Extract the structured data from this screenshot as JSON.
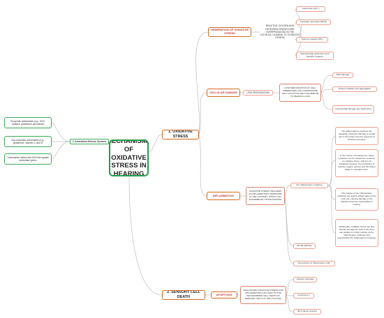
{
  "root": {
    "title": "MOLECULAR MECHANISMS OF OXIDATIVE STRESS IN HEARING LOSS"
  },
  "oxidative_stress": {
    "title": "1. OXIDATIVE STRESS",
    "generation": {
      "title": "GENERATION OF OXIDATIVE STRESS",
      "description": "REACTIVE OXYGEN AND NITROGEN SPECIES ARE OVERPRODUCED IN THE COCHLEA, LEADING TO OXIDATIVE STRESS",
      "items": [
        "superoxide (O2•−)",
        "Hydrogen peroxide (H2O2)",
        "Hydroxyl radical (OH•)",
        "Mitochondrial dysfunction and NADPH oxidases"
      ]
    },
    "cellular_damage": {
      "title": "CELLULAR DAMAGE",
      "lipid_label": "LIPID PEROXIDATION",
      "description": "LIPID PEROXIDATION OF CELL MEMBRANES CAN COMPROMISE CELL FUNCTION AND CONTRIBUTE TO HEARING LOSS",
      "items": [
        "DNA damage",
        "Protein oxidation and aggregation",
        "mitochondrial damage and dysfunction"
      ]
    },
    "inflammation": {
      "title": "INFLAMMATION",
      "description": "OXIDATIVE STRESS TRIGGERS AN INFLAMMATORY RESPONSE IN THE COCHLEA, WHICH CAN EXACERBATE TISSUE DAMAGE",
      "cytokines_label": "Pro-inflammatory cytokines",
      "cytokine_notes": [
        "The inflammatory cytokines are signaling molecules that play a crucial role in the body's immune response to infection and injury.",
        "In the context of hearing loss, these cytokines can be released in response to oxidative stress, which is an imbalance between the production of reactive oxygen species and the body's ability to neutralize them.",
        "The release of pro-inflammatory cytokines can lead to inflammation in the inner ear, causing damage to the delicate structures responsible for hearing.",
        "Additionally, oxidative stress can also directly damage the cells in the inner ear, leading to further release of pro-inflammatory cytokines and exacerbating the inflammatory response."
      ],
      "nfkb": "NF-κB pathway",
      "recruitment": "Recruitment of inflammatory cells"
    }
  },
  "antioxidant": {
    "title": "1. Antioxidant Defense Systems",
    "items": [
      "Enzymatic antioxidants (e.g., SOD, catalase, glutathione peroxidase)",
      "Non-enzymatic antioxidants (e.g., glutathione, vitamins C and E)",
      "Transcription factors like Nrf2 that regulate antioxidant genes"
    ]
  },
  "sensory_death": {
    "title": "2. SENSORY CELL DEATH",
    "apoptosis": {
      "title": "APOPTOSIS",
      "description": "PROLONGED OXIDATIVE STRESS AND INFLAMMATION CAN LEAD TO THE PROGRAMMED CELL DEATH OF SENSORY CELLS IN THE COCHLEA",
      "items": [
        "caspase cascades",
        "cytochrome c",
        "Bcl-2 family proteins"
      ]
    }
  },
  "colors": {
    "root_border": "#1e9e4a",
    "main_border": "#d2691e",
    "sub_text": "#c0392b",
    "link": "#bbbbbb",
    "green": "#3aa85b"
  }
}
